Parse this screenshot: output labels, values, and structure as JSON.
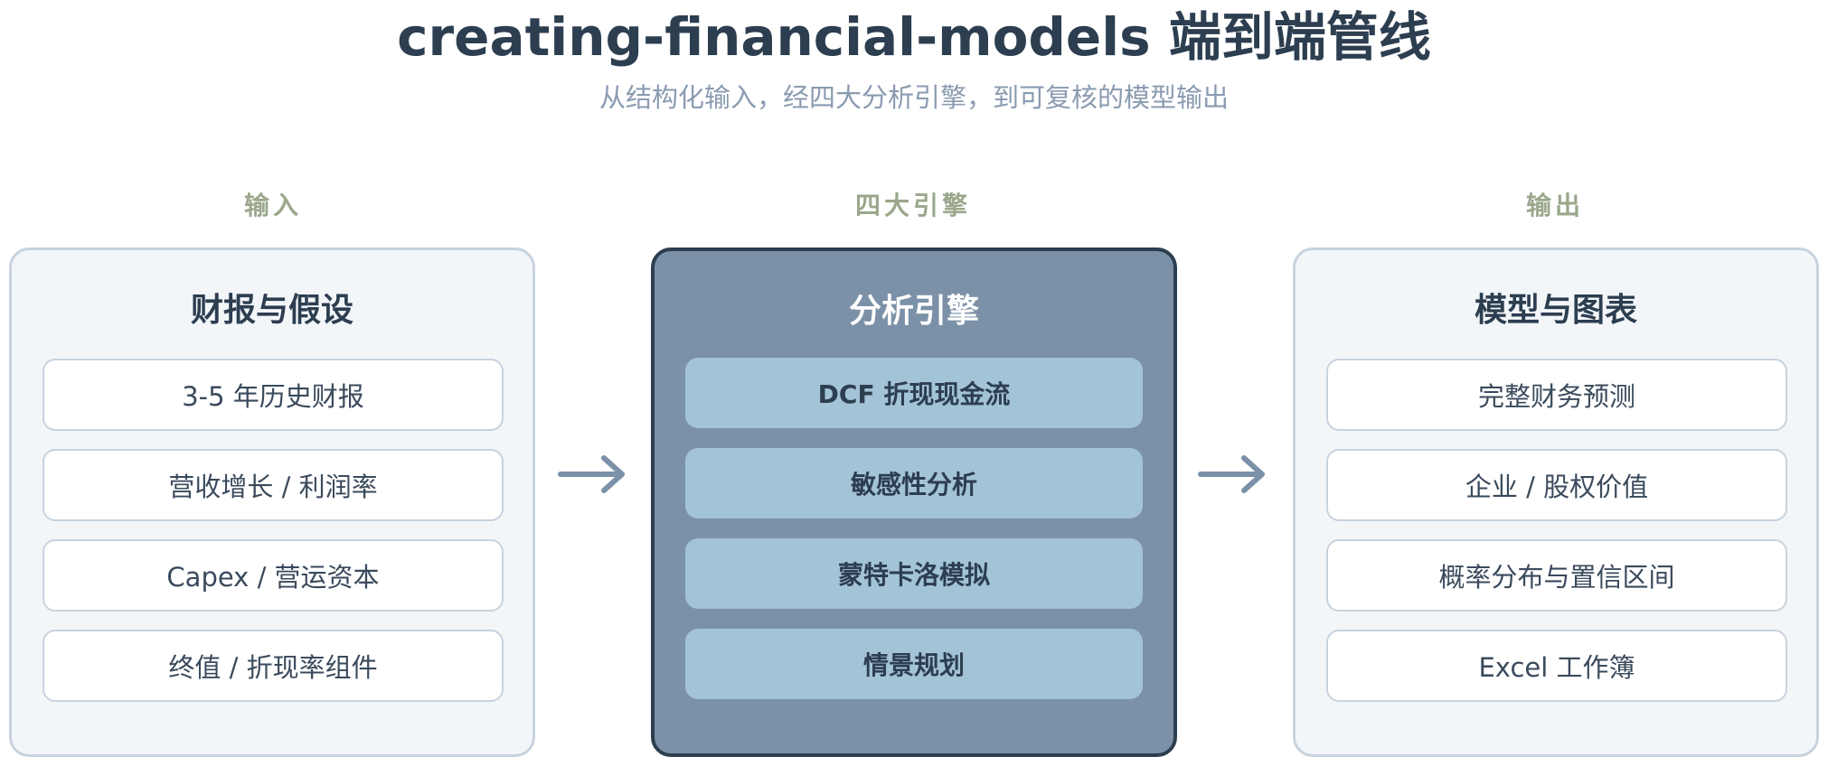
{
  "header": {
    "title": "creating-financial-models 端到端管线",
    "subtitle": "从结构化输入，经四大分析引擎，到可复核的模型输出"
  },
  "columns": {
    "input": {
      "label": "输入",
      "title": "财报与假设",
      "items": [
        "3-5 年历史财报",
        "营收增长 / 利润率",
        "Capex / 营运资本",
        "终值 / 折现率组件"
      ]
    },
    "engine": {
      "label": "四大引擎",
      "title": "分析引擎",
      "items": [
        "DCF 折现现金流",
        "敏感性分析",
        "蒙特卡洛模拟",
        "情景规划"
      ]
    },
    "output": {
      "label": "输出",
      "title": "模型与图表",
      "items": [
        "完整财务预测",
        "企业 / 股权价值",
        "概率分布与置信区间",
        "Excel 工作簿"
      ]
    }
  },
  "colors": {
    "title": "#2c3e50",
    "subtitle": "#8a9bb0",
    "column_label": "#9aa78c",
    "panel_light_bg": "#f3f6f9",
    "panel_light_border": "#c7d3df",
    "panel_dark_bg": "#7b91a8",
    "panel_dark_border": "#2c3e50",
    "engine_item_bg": "#a3c3d6",
    "arrow": "#7b91a8"
  },
  "icons": [
    "arrow-right-icon",
    "arrow-right-icon"
  ]
}
